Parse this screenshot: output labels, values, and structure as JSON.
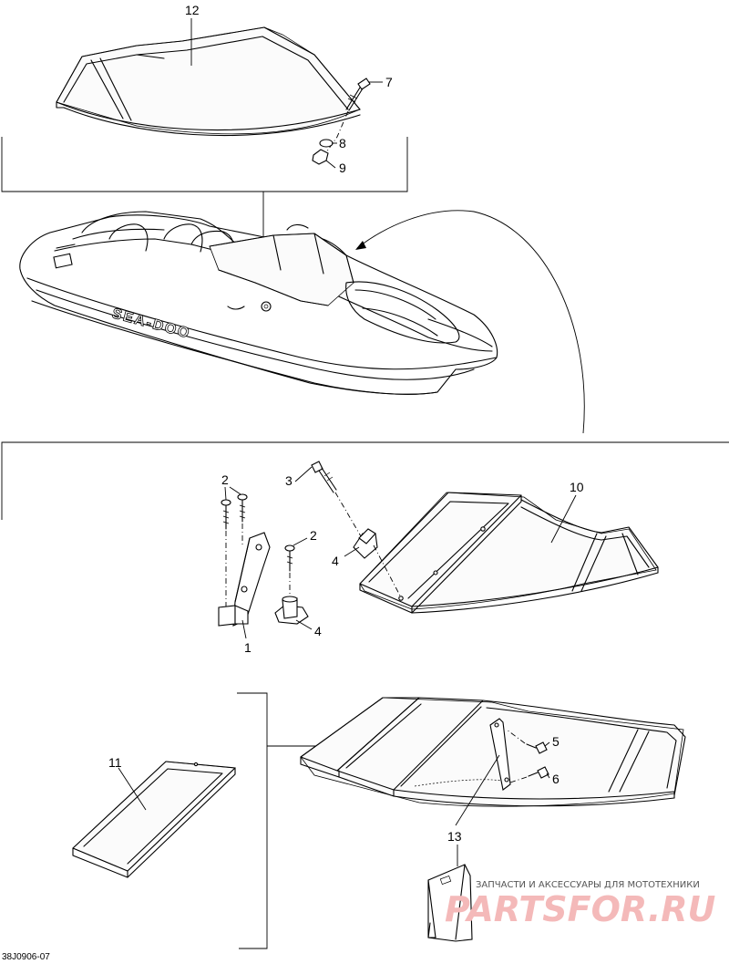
{
  "diagram": {
    "drawing_code": "38J0906-07",
    "boat_hull_text": "SEA-DOO",
    "callouts": {
      "c1": "1",
      "c2a": "2",
      "c2b": "2",
      "c3": "3",
      "c4a": "4",
      "c4b": "4",
      "c5": "5",
      "c6": "6",
      "c7": "7",
      "c8": "8",
      "c9": "9",
      "c10": "10",
      "c11": "11",
      "c12": "12",
      "c13": "13"
    }
  },
  "watermark": {
    "subtitle": "ЗАПЧАСТИ И АКСЕССУАРЫ ДЛЯ МОТОТЕХНИКИ",
    "brand": "PARTSFOR.RU"
  }
}
